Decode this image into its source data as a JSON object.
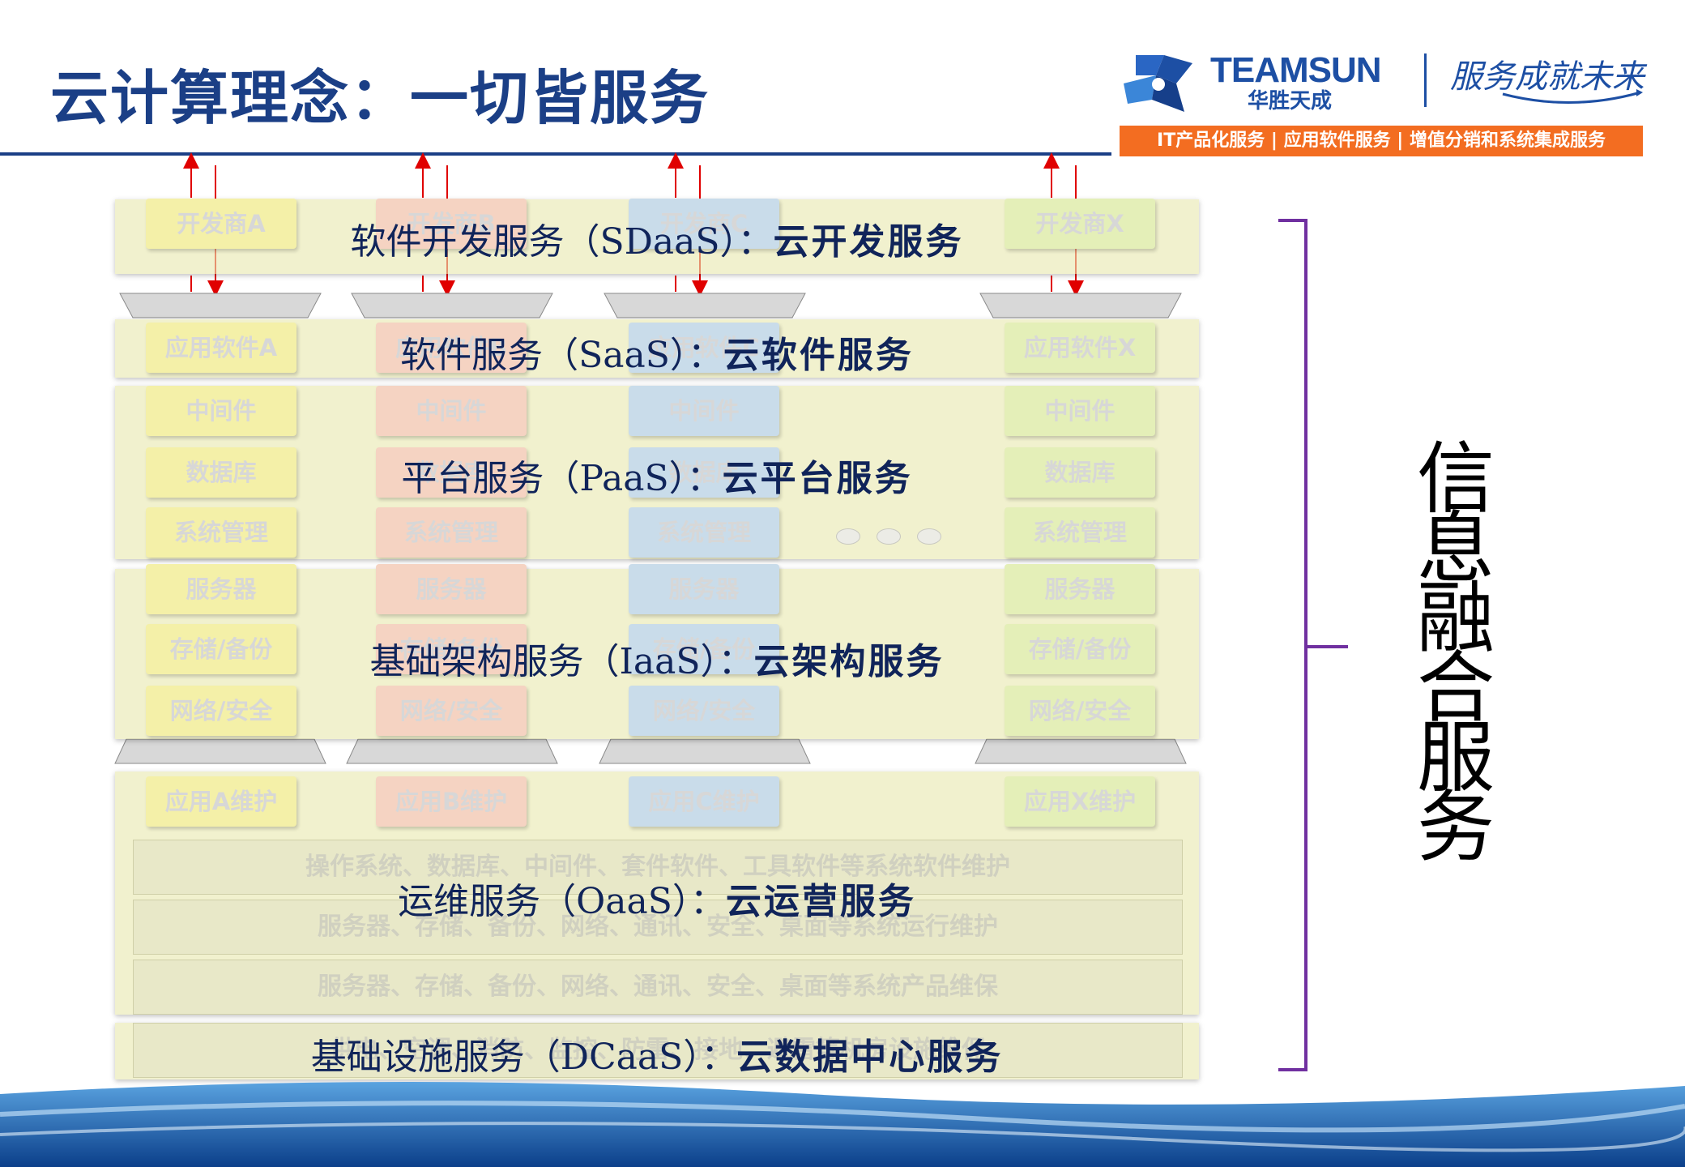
{
  "title": "云计算理念：一切皆服务",
  "logo": {
    "name": "TEAMSUN",
    "sub": "华胜天成",
    "slogan": "服务成就未来",
    "bar": "IT产品化服务 | 应用软件服务 | 增值分销和系统集成服务"
  },
  "columns": {
    "dev": [
      "开发商A",
      "开发商B",
      "开发商C",
      "开发商X"
    ],
    "app": [
      "应用软件A",
      "应用软件B",
      "应用软件C",
      "应用软件X"
    ],
    "middleware": "中间件",
    "database": "数据库",
    "sysmgmt": "系统管理",
    "server": "服务器",
    "storage": "存储/备份",
    "network": "网络/安全",
    "maint": [
      "应用A维护",
      "应用B维护",
      "应用C维护",
      "应用X维护"
    ]
  },
  "strips": {
    "s1": "操作系统、数据库、中间件、套件软件、工具软件等系统软件维护",
    "s2": "服务器、存储、备份、网络、通讯、安全、桌面等系统运行维护",
    "s3": "服务器、存储、备份、网络、通讯、安全、桌面等系统产品维保",
    "s4": "供电、空调、消防、监控、防雷、接地、避雷等机房设施维保"
  },
  "layers": {
    "sdaas": {
      "name": "软件开发服务（SDaaS）：",
      "cloud": "云开发服务"
    },
    "saas": {
      "name": "软件服务（SaaS）：",
      "cloud": "云软件服务"
    },
    "paas": {
      "name": "平台服务（PaaS）：",
      "cloud": "云平台服务"
    },
    "iaas": {
      "name": "基础架构服务（IaaS）：",
      "cloud": "云架构服务"
    },
    "oaas": {
      "name": "运维服务（OaaS）：",
      "cloud": "云运营服务"
    },
    "dcaas": {
      "name": "基础设施服务（DCaaS）：",
      "cloud": "云数据中心服务"
    }
  },
  "side_label": "信息融合服务",
  "colors": {
    "title": "#1b3f86",
    "accent": "#f36d21",
    "bracket": "#7030a0",
    "arrow": "#e00000"
  }
}
